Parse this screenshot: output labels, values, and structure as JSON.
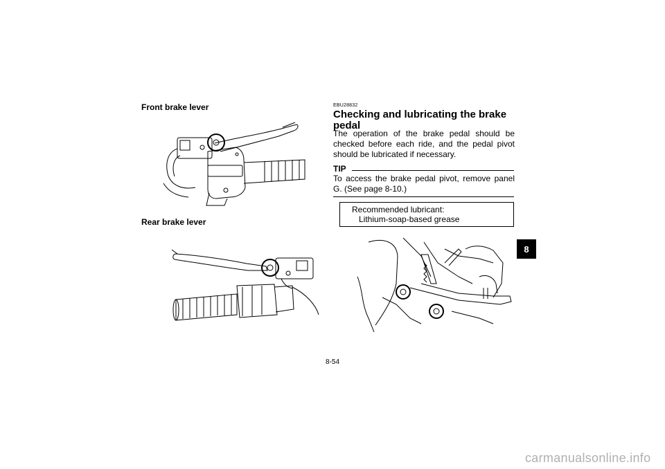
{
  "left_column": {
    "front_caption": "Front brake lever",
    "rear_caption": "Rear brake lever"
  },
  "section": {
    "code": "EBU28832",
    "title": "Checking and lubricating the brake pedal",
    "body": "The operation of the brake pedal should be checked before each ride, and the pedal pivot should be lubricated if necessary."
  },
  "tip": {
    "label": "TIP",
    "text": "To access the brake pedal pivot, remove panel G. (See page 8-10.)"
  },
  "lubricant_box": {
    "heading": "Recommended lubricant:",
    "value": "Lithium-soap-based grease"
  },
  "chapter_tab": "8",
  "page_number": "8-54",
  "watermark": "carmanualsonline.info"
}
